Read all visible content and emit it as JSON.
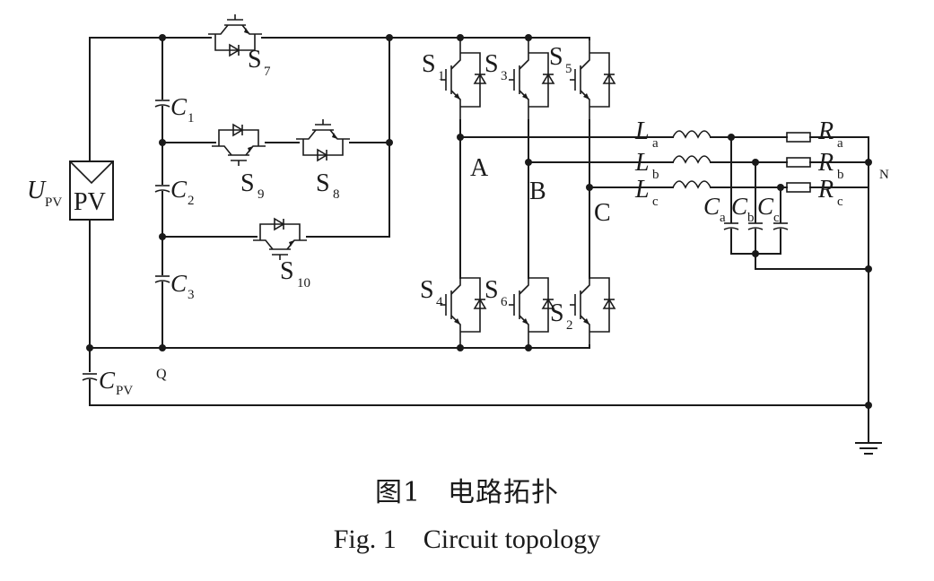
{
  "labels": {
    "upv_main": "U",
    "upv_sub": "PV",
    "pv": "PV",
    "cpv_main": "C",
    "cpv_sub": "PV",
    "c1_main": "C",
    "c1_sub": "1",
    "c2_main": "C",
    "c2_sub": "2",
    "c3_main": "C",
    "c3_sub": "3",
    "q": "Q",
    "s7_main": "S",
    "s7_sub": "7",
    "s8_main": "S",
    "s8_sub": "8",
    "s9_main": "S",
    "s9_sub": "9",
    "s10_main": "S",
    "s10_sub": "10",
    "s1_main": "S",
    "s1_sub": "1",
    "s3_main": "S",
    "s3_sub": "3",
    "s5_main": "S",
    "s5_sub": "5",
    "s4_main": "S",
    "s4_sub": "4",
    "s6_main": "S",
    "s6_sub": "6",
    "s2_main": "S",
    "s2_sub": "2",
    "node_a": "A",
    "node_b": "B",
    "node_c": "C",
    "la_main": "L",
    "la_sub": "a",
    "lb_main": "L",
    "lb_sub": "b",
    "lc_main": "L",
    "lc_sub": "c",
    "ra_main": "R",
    "ra_sub": "a",
    "rb_main": "R",
    "rb_sub": "b",
    "rc_main": "R",
    "rc_sub": "c",
    "ca_main": "C",
    "ca_sub": "a",
    "cb_main": "C",
    "cb_sub": "b",
    "cc_main": "C",
    "cc_sub": "c",
    "n": "N"
  },
  "caption": {
    "cn_number": "图1",
    "cn_title": "电路拓扑",
    "en_number": "Fig. 1",
    "en_title": "Circuit topology"
  }
}
